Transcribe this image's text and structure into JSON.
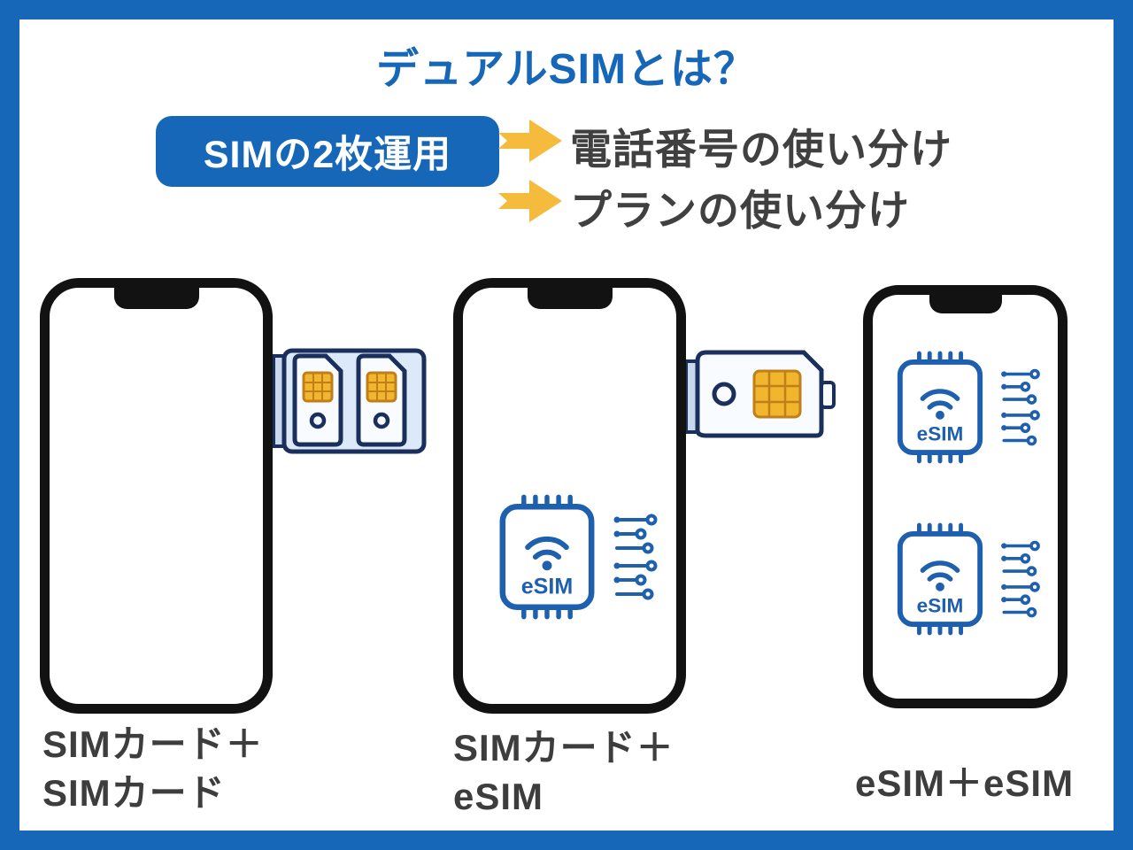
{
  "title": "デュアルSIMとは？",
  "badge": {
    "label": "SIMの2枚運用"
  },
  "benefits": [
    {
      "label": "電話番号の使い分け"
    },
    {
      "label": "プランの使い分け"
    }
  ],
  "phones": [
    {
      "label": "SIMカード＋\nSIMカード"
    },
    {
      "label": "SIMカード＋\neSIM"
    },
    {
      "label": "eSIM＋eSIM"
    }
  ],
  "esim_label": "eSIM",
  "colors": {
    "frame_blue": "#1667b8",
    "arrow_yellow": "#f5bb3d",
    "sim_chip_gold": "#f2b52e",
    "chip_line_brown": "#c07f18",
    "esim_blue": "#1e5fae",
    "outline_navy": "#1b2f5c",
    "tray_light_blue": "#dce9f8",
    "label_gray": "#3d3d3d",
    "phone_black": "#121212"
  }
}
